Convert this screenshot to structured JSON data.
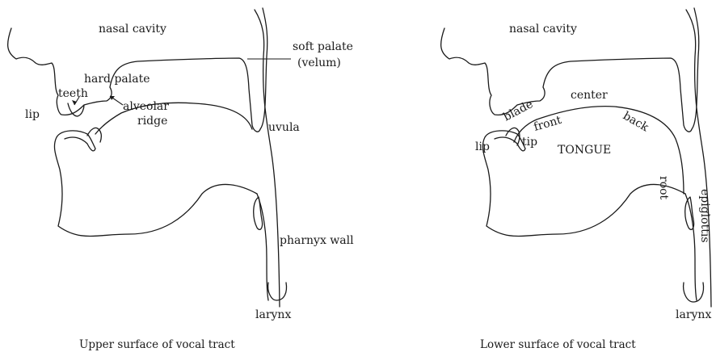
{
  "left_panel": {
    "labels": {
      "nasal_cavity": "nasal cavity",
      "soft_palate": "soft palate",
      "velum": "(velum)",
      "hard_palate": "hard palate",
      "teeth": "teeth",
      "lip": "lip",
      "alveolar": "alveolar",
      "ridge": "ridge",
      "uvula": "uvula",
      "pharynx_wall": "pharnyx wall",
      "larynx": "larynx"
    },
    "caption": "Upper surface of vocal tract"
  },
  "right_panel": {
    "labels": {
      "nasal_cavity": "nasal cavity",
      "blade": "blade",
      "center": "center",
      "front": "front",
      "back": "back",
      "lip": "lip",
      "tip": "tip",
      "tongue": "TONGUE",
      "root": "root",
      "epiglottis": "epiglottis",
      "larynx": "larynx"
    },
    "caption": "Lower surface of vocal tract"
  }
}
